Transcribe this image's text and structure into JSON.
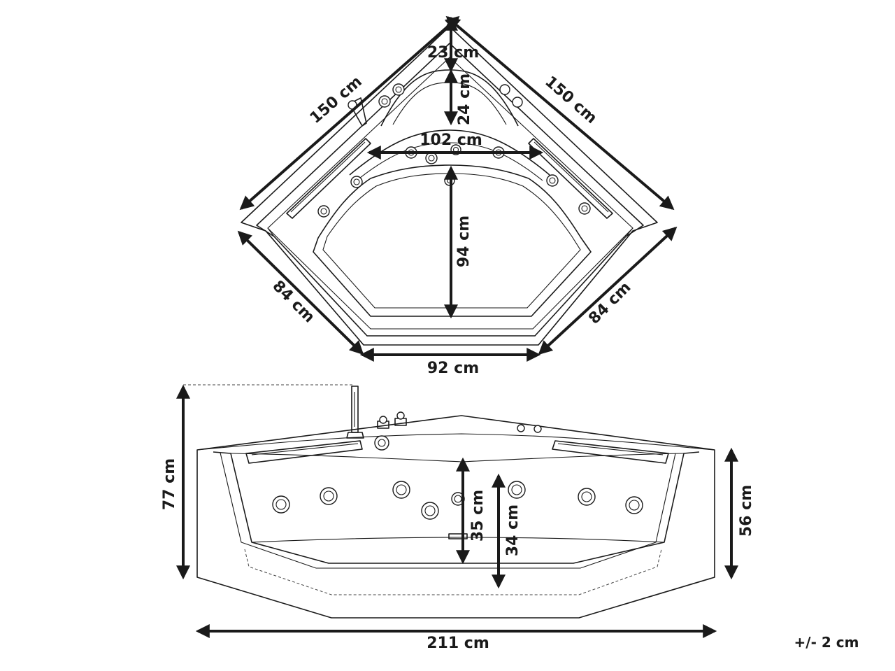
{
  "top_view": {
    "left_edge": "150 cm",
    "right_edge": "150 cm",
    "lower_left_edge": "84 cm",
    "lower_right_edge": "84 cm",
    "front_edge": "92 cm",
    "rim_depth": "23 cm",
    "ledge_depth": "24 cm",
    "seat_width": "102 cm",
    "inner_depth": "94 cm"
  },
  "side_view": {
    "total_height": "77 cm",
    "tub_height": "56 cm",
    "water_depth_a": "35 cm",
    "water_depth_b": "34 cm",
    "total_width": "211 cm"
  },
  "tolerance": "+/- 2 cm"
}
